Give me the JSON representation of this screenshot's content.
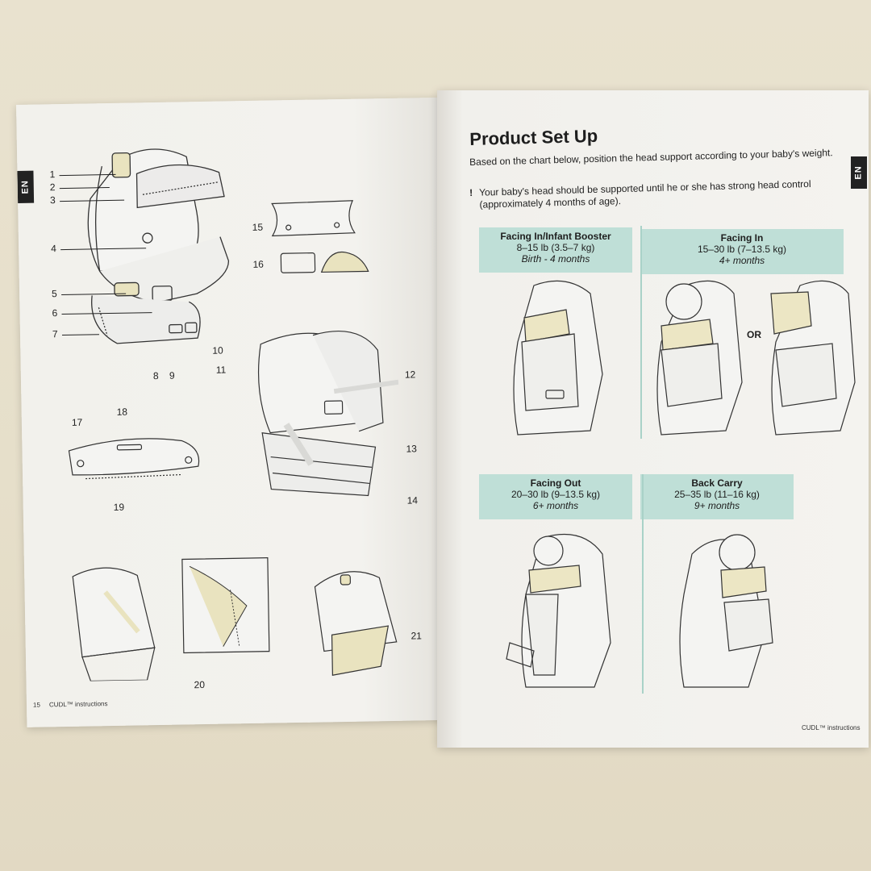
{
  "left_page": {
    "tab_label": "EN",
    "page_number": "15",
    "footer_text": "CUDL™ instructions",
    "callouts": [
      "1",
      "2",
      "3",
      "4",
      "5",
      "6",
      "7",
      "8",
      "9",
      "10",
      "11",
      "12",
      "13",
      "14",
      "15",
      "16",
      "17",
      "18",
      "19",
      "20",
      "21"
    ]
  },
  "right_page": {
    "tab_label": "EN",
    "title": "Product Set Up",
    "intro": "Based on the chart below, position the head support according to your baby's weight.",
    "warning_mark": "!",
    "warning": "Your baby's head should be supported until he or she has strong head control (approximately 4 months of age).",
    "or_label": "OR",
    "footer_text": "CUDL™ instructions",
    "positions": [
      {
        "title": "Facing In/Infant Booster",
        "weight": "8–15 lb (3.5–7 kg)",
        "age": "Birth -  4 months"
      },
      {
        "title": "Facing In",
        "weight": "15–30 lb (7–13.5 kg)",
        "age": "4+ months"
      },
      {
        "title": "Facing Out",
        "weight": "20–30 lb (9–13.5 kg)",
        "age": "6+ months"
      },
      {
        "title": "Back Carry",
        "weight": "25–35 lb (11–16 kg)",
        "age": "9+ months"
      }
    ]
  },
  "colors": {
    "header_teal": "#bfdfd7",
    "head_support": "#ece6c4",
    "background": "#e8e1cc"
  }
}
